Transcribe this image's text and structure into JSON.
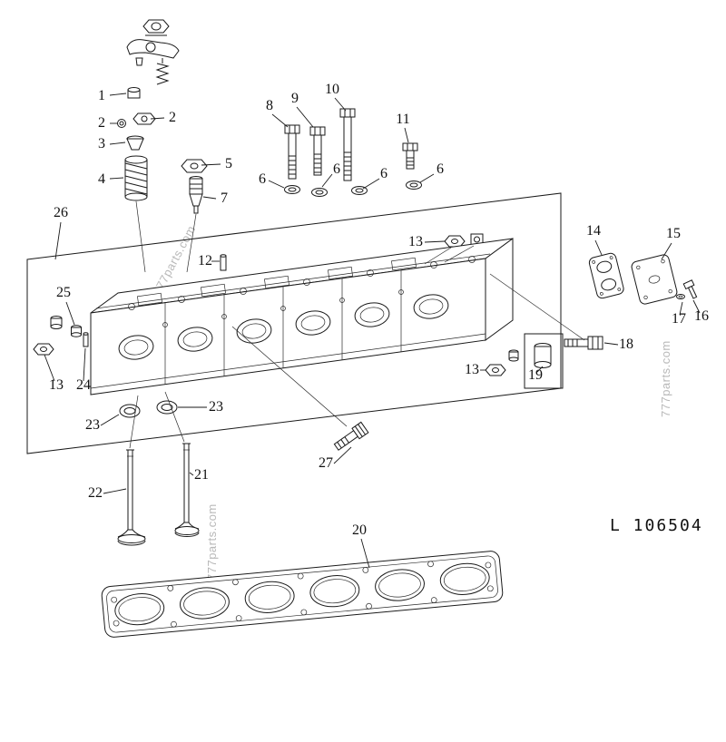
{
  "figure": {
    "code": "L 106504",
    "watermark": "777parts.com"
  },
  "callouts": {
    "p1": "1",
    "p2a": "2",
    "p2b": "2",
    "p3": "3",
    "p4": "4",
    "p5": "5",
    "p6a": "6",
    "p6b": "6",
    "p6c": "6",
    "p6d": "6",
    "p7": "7",
    "p8": "8",
    "p9": "9",
    "p10": "10",
    "p11": "11",
    "p12": "12",
    "p13a": "13",
    "p13b": "13",
    "p13c": "13",
    "p14": "14",
    "p15": "15",
    "p16": "16",
    "p17": "17",
    "p18": "18",
    "p19": "19",
    "p20": "20",
    "p21": "21",
    "p22": "22",
    "p23a": "23",
    "p23b": "23",
    "p24": "24",
    "p25": "25",
    "p26": "26",
    "p27": "27"
  }
}
